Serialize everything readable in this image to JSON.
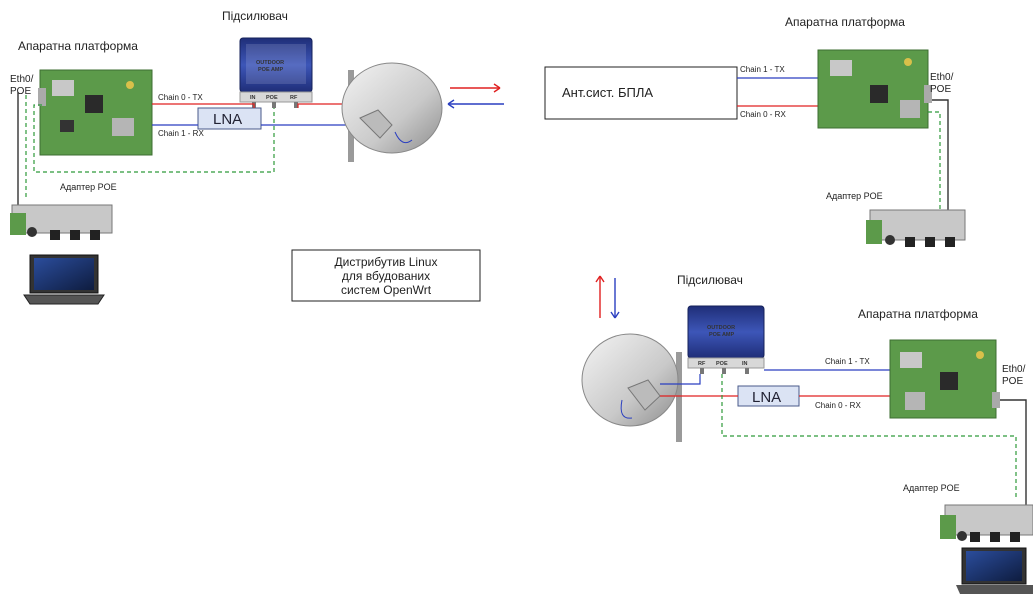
{
  "left_station": {
    "amplifier_label": "Підсилювач",
    "platform_label": "Апаратна платформа",
    "eth_label_line1": "Eth0/",
    "eth_label_line2": "POE",
    "chain_tx": "Chain 0 - TX",
    "chain_rx": "Chain 1 - RX",
    "lna": "LNA",
    "adapter_label": "Адаптер POE",
    "amp_device": {
      "line1": "OUTDOOR",
      "line2": "POE AMP",
      "ports": [
        "IN",
        "POE",
        "RF"
      ]
    }
  },
  "right_top_station": {
    "platform_label": "Апаратна платформа",
    "eth_label_line1": "Eth0/",
    "eth_label_line2": "POE",
    "chain_tx": "Chain 1 - TX",
    "chain_rx": "Chain 0 - RX",
    "uav_antenna_box": "Ант.сист. БПЛА",
    "adapter_label": "Адаптер POE"
  },
  "right_bottom_station": {
    "amplifier_label": "Підсилювач",
    "platform_label": "Апаратна платформа",
    "eth_label_line1": "Eth0/",
    "eth_label_line2": "POE",
    "chain_tx": "Chain 1 - TX",
    "chain_rx": "Chain 0 - RX",
    "lna": "LNA",
    "adapter_label": "Адаптер POE",
    "amp_device": {
      "line1": "OUTDOOR",
      "line2": "POE AMP",
      "ports": [
        "RF",
        "POE",
        "IN"
      ]
    }
  },
  "center_note": {
    "line1": "Дистрибутив Linux",
    "line2": "для вбудованих",
    "line3": "систем OpenWrt"
  },
  "colors": {
    "tx_line": "#e02020",
    "rx_line": "#2a3fc0",
    "poe_dashed": "#2e9a3a",
    "board": "#5c9a4a",
    "amp_body": "#2b3c8c"
  }
}
